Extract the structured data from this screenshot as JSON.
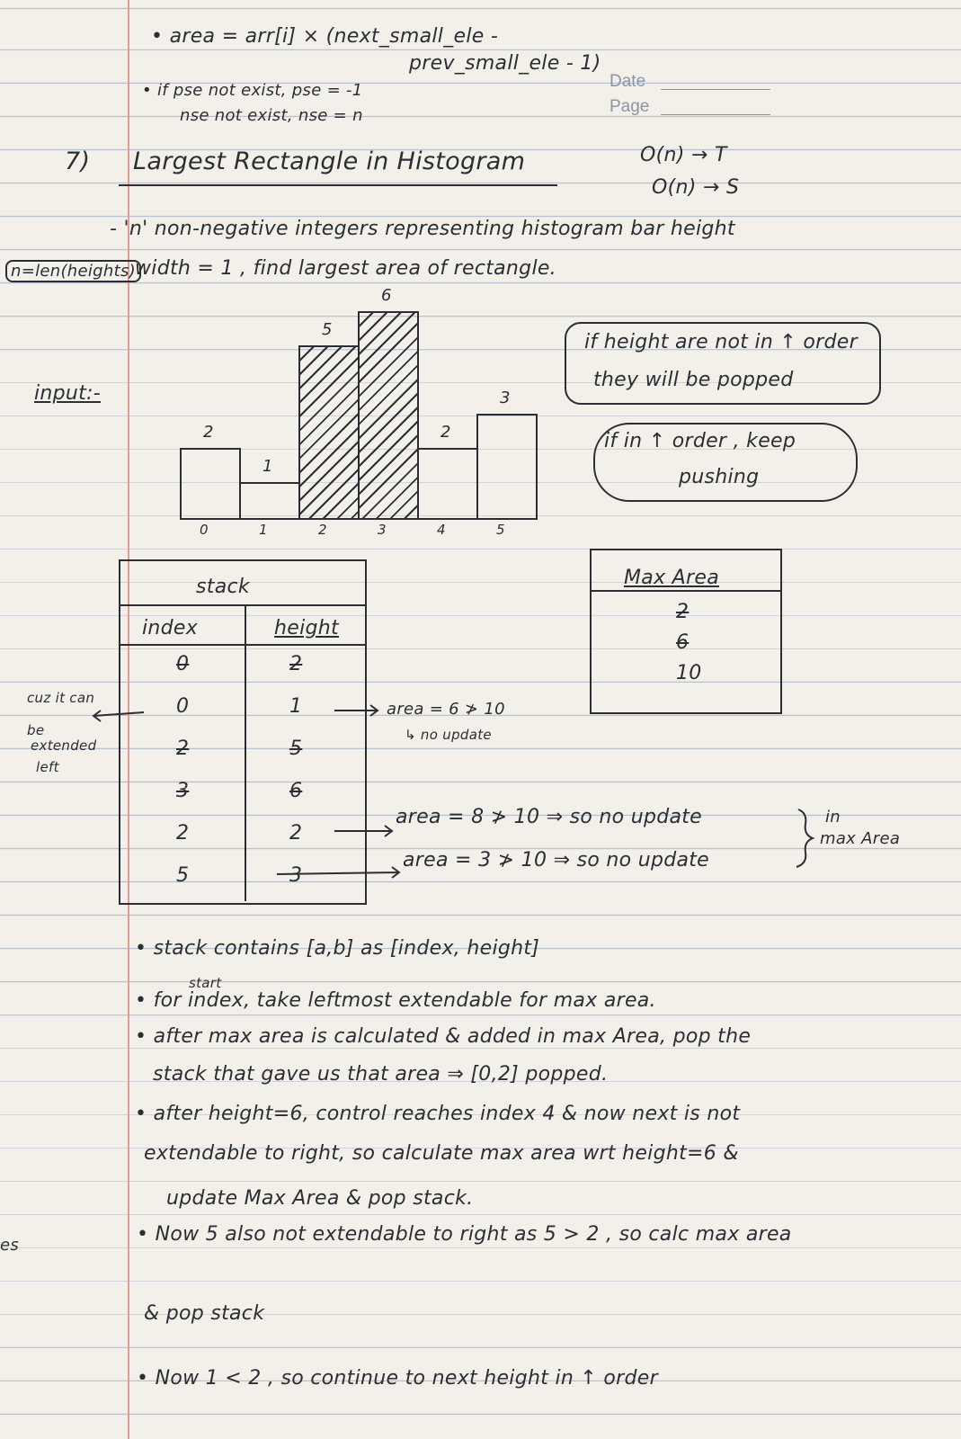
{
  "notes": {
    "line1": "• area = arr[i] × (next_small_ele -",
    "line2": "prev_small_ele - 1)",
    "line3": "• if pse not exist, pse = -1",
    "line4": "nse not exist, nse = n",
    "date_label": "Date",
    "page_label": "Page",
    "heading_num": "7)",
    "heading": "Largest Rectangle in Histogram",
    "time_complexity": "O(n) → T",
    "space_complexity": "O(n) → S",
    "desc1": "- 'n' non-negative integers representing histogram bar height",
    "desc2_box": "n=len(heights)",
    "desc2": "width = 1 ,  find largest area of rectangle.",
    "input_label": "input:-"
  },
  "histogram": {
    "heights": [
      "2",
      "1",
      "5",
      "6",
      "2",
      "3"
    ],
    "indices": [
      "0",
      "1",
      "2",
      "3",
      "4",
      "5"
    ],
    "values": [
      2,
      1,
      5,
      6,
      2,
      3
    ],
    "hatched": [
      false,
      false,
      true,
      true,
      false,
      false
    ]
  },
  "callouts": {
    "popped": "if height are not in ↑ order they will be popped",
    "popped_l1": "if height are not in ↑ order",
    "popped_l2": "they will be popped",
    "push_l1": "if in ↑ order , keep",
    "push_l2": "pushing"
  },
  "stack_table": {
    "title": "stack",
    "col_index": "index",
    "col_height": "height",
    "rows": [
      {
        "index": "0",
        "height": "2",
        "index_struck": true,
        "height_struck": true
      },
      {
        "index": "0",
        "height": "1",
        "index_struck": false,
        "height_struck": false
      },
      {
        "index": "2",
        "height": "5",
        "index_struck": true,
        "height_struck": true
      },
      {
        "index": "3",
        "height": "6",
        "index_struck": true,
        "height_struck": true
      },
      {
        "index": "2",
        "height": "2",
        "index_struck": false,
        "height_struck": false
      },
      {
        "index": "5",
        "height": "3",
        "index_struck": false,
        "height_struck": false
      }
    ],
    "side_note_l1": "cuz it can",
    "side_note_l2": "be",
    "side_note_l3": "extended",
    "side_note_l4": "left"
  },
  "area_notes": {
    "row1": "area = 6 ≯ 10",
    "row1_sub": "↳ no update",
    "row4": "area = 8 ≯ 10 ⇒ so no update",
    "row5": "area = 3 ≯ 10 ⇒ so no update",
    "brace_note_l1": "in",
    "brace_note_l2": "max Area"
  },
  "max_area": {
    "title": "Max Area",
    "values": [
      {
        "v": "2",
        "struck": true
      },
      {
        "v": "6",
        "struck": true
      },
      {
        "v": "10",
        "struck": false
      }
    ]
  },
  "bullets": {
    "b1": "• stack contains [a,b] as [index, height]",
    "b2_above": "start",
    "b2": "• for index, take leftmost extendable for max area.",
    "b3": "• after max area is calculated & added in max Area, pop the",
    "b3b": "stack that gave us that area ⇒ [0,2] popped.",
    "b4": "• after height=6, control reaches index 4 & now next is not",
    "b4b": "extendable to right, so calculate max area wrt height=6 &",
    "b4c": "update Max Area & pop stack.",
    "b5": "• Now 5 also not extendable to right as 5 > 2 , so calc max area",
    "b5b": "& pop stack",
    "b6": "• Now  1 < 2 , so continue to next height in ↑ order"
  },
  "edge_marks": {
    "left_es": "es"
  }
}
